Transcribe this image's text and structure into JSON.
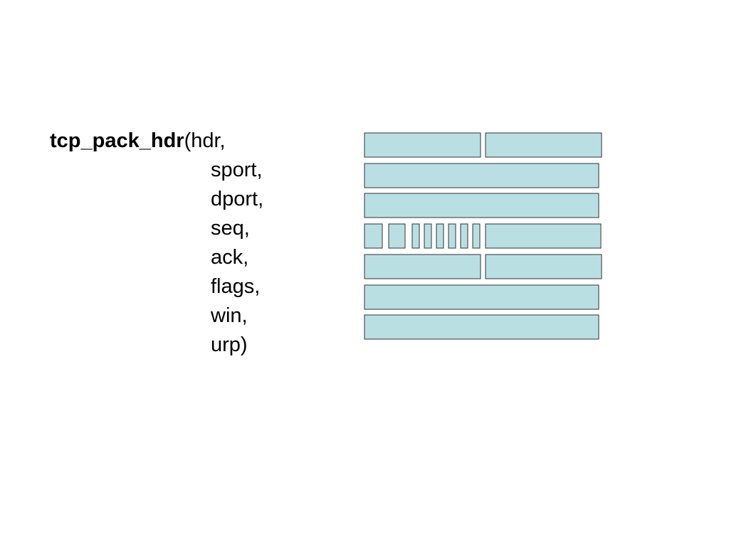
{
  "signature": {
    "function_name": "tcp_pack_hdr",
    "first_param": "(hdr,",
    "params": [
      "sport,",
      "dport,",
      "seq,",
      "ack,",
      "flags,",
      "win,",
      "urp)"
    ]
  },
  "diagram": {
    "fill_color": "#b9dfe3",
    "stroke_color": "#333333"
  }
}
